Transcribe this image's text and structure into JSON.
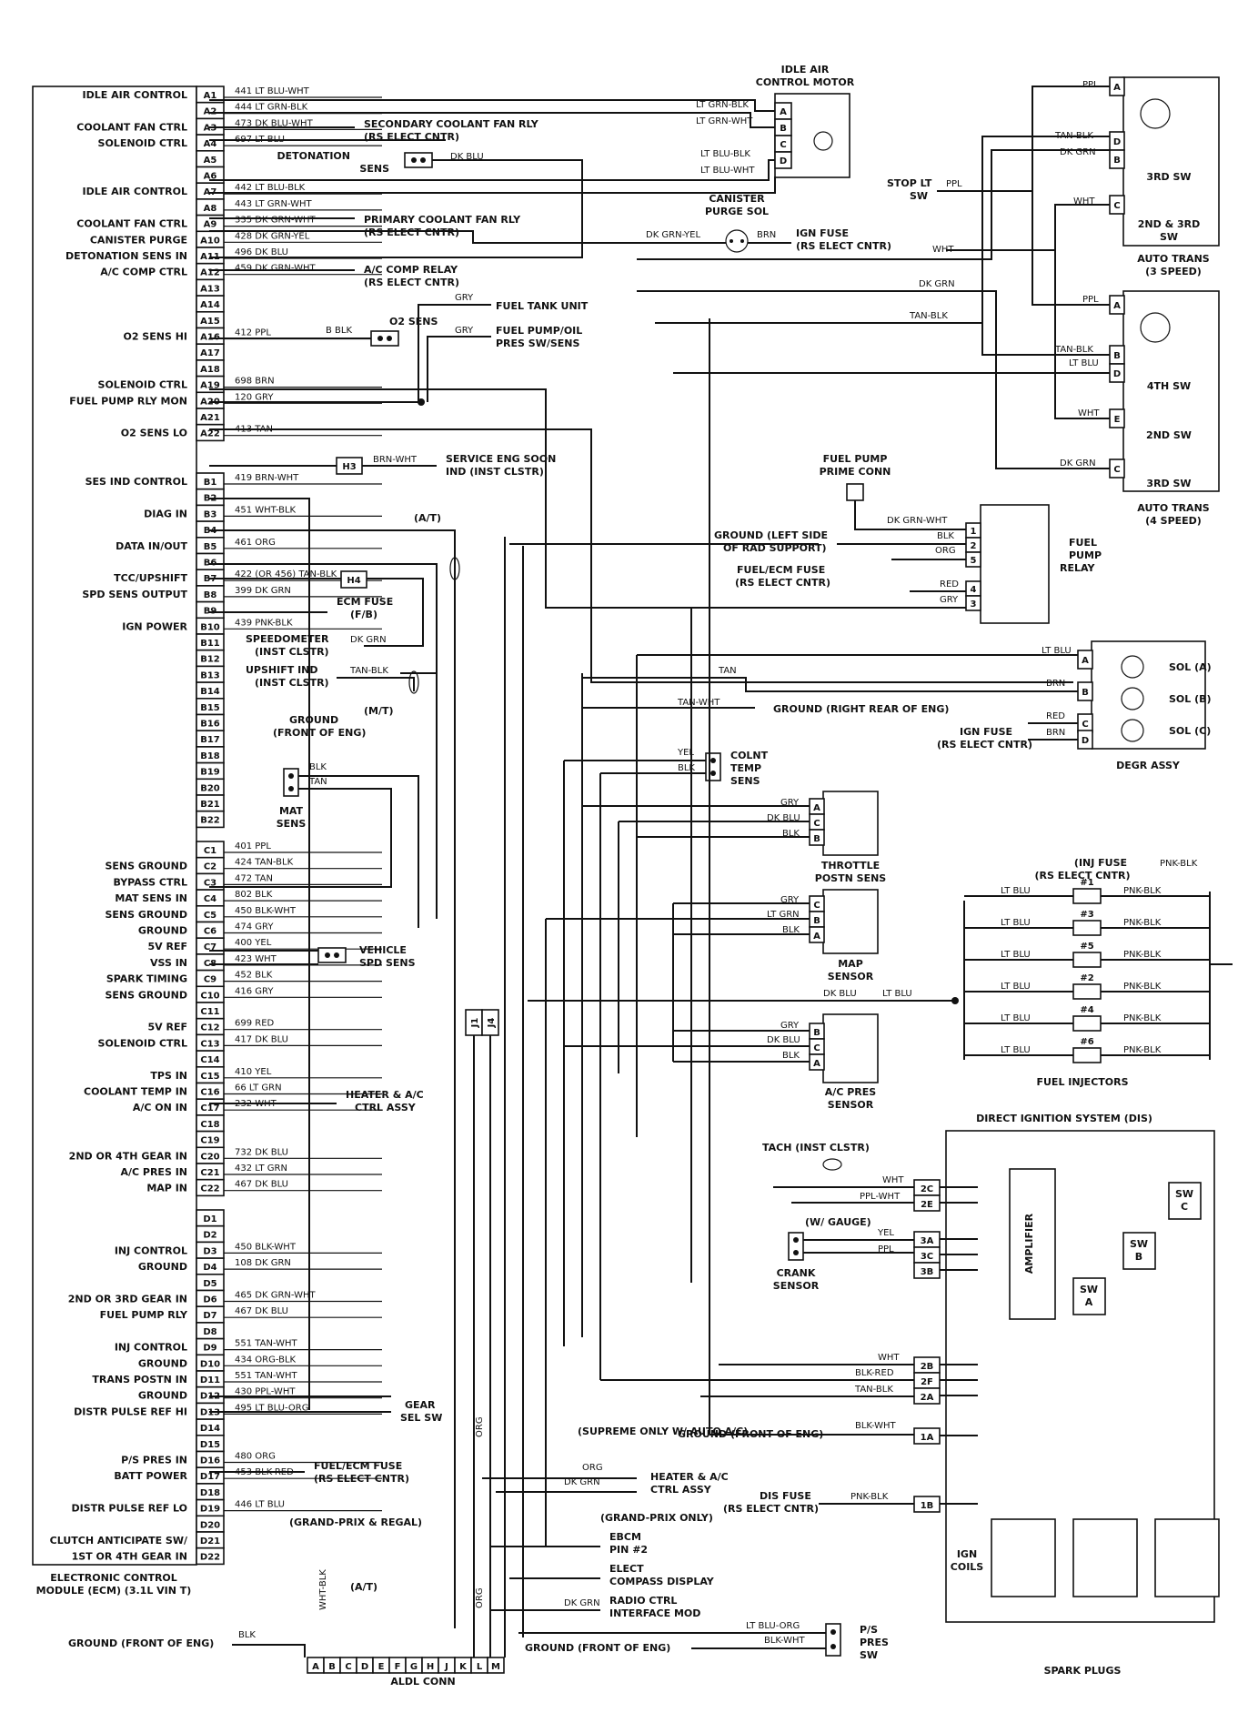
{
  "ecm": {
    "caption_line1": "ELECTRONIC CONTROL",
    "caption_line2": "MODULE (ECM) (3.1L VIN T)",
    "labels": [
      "IDLE AIR CONTROL",
      "COOLANT FAN CTRL",
      "SOLENOID CTRL",
      "IDLE AIR CONTROL",
      "COOLANT FAN CTRL",
      "CANISTER PURGE",
      "DETONATION SENS IN",
      "A/C COMP CTRL",
      "O2 SENS HI",
      "SOLENOID CTRL",
      "FUEL PUMP RLY MON",
      "O2 SENS LO",
      "SES IND CONTROL",
      "DIAG IN",
      "DATA IN/OUT",
      "TCC/UPSHIFT",
      "SPD SENS OUTPUT",
      "IGN POWER",
      "SENS GROUND",
      "BYPASS CTRL",
      "MAT SENS IN",
      "SENS GROUND",
      "GROUND",
      "5V REF",
      "VSS IN",
      "SPARK TIMING",
      "SENS GROUND",
      "5V REF",
      "SOLENOID CTRL",
      "TPS IN",
      "COOLANT TEMP IN",
      "A/C ON IN",
      "2ND OR 4TH GEAR IN",
      "A/C PRES IN",
      "MAP IN",
      "INJ CONTROL",
      "GROUND",
      "2ND OR 3RD GEAR IN",
      "FUEL PUMP RLY",
      "INJ CONTROL",
      "GROUND",
      "TRANS POSTN IN",
      "GROUND",
      "DISTR PULSE REF HI",
      "P/S PRES IN",
      "BATT POWER",
      "DISTR PULSE REF LO",
      "CLUTCH ANTICIPATE SW/",
      "1ST OR 4TH GEAR IN"
    ],
    "pins": [
      "A1",
      "A2",
      "A3",
      "A4",
      "A5",
      "A6",
      "A7",
      "A8",
      "A9",
      "A10",
      "A11",
      "A12",
      "A13",
      "A14",
      "A15",
      "A16",
      "A17",
      "A18",
      "A19",
      "A20",
      "A21",
      "A22",
      "B1",
      "B2",
      "B3",
      "B4",
      "B5",
      "B6",
      "B7",
      "B8",
      "B9",
      "B10",
      "B11",
      "B12",
      "B13",
      "B14",
      "B15",
      "B16",
      "B17",
      "B18",
      "B19",
      "B20",
      "B21",
      "B22",
      "C1",
      "C2",
      "C3",
      "C4",
      "C5",
      "C6",
      "C7",
      "C8",
      "C9",
      "C10",
      "C11",
      "C12",
      "C13",
      "C14",
      "C15",
      "C16",
      "C17",
      "C18",
      "C19",
      "C20",
      "C21",
      "C22",
      "D1",
      "D2",
      "D3",
      "D4",
      "D5",
      "D6",
      "D7",
      "D8",
      "D9",
      "D10",
      "D11",
      "D12",
      "D13",
      "D14",
      "D15",
      "D16",
      "D17",
      "D18",
      "D19",
      "D20",
      "D21",
      "D22"
    ],
    "wires": [
      "441 LT BLU-WHT",
      "444 LT GRN-BLK",
      "473 DK BLU-WHT",
      "697 LT BLU",
      "442 LT BLU-BLK",
      "443 LT GRN-WHT",
      "335 DK GRN-WHT",
      "428 DK GRN-YEL",
      "496 DK BLU",
      "459 DK GRN-WHT",
      "412 PPL",
      "698 BRN",
      "120 GRY",
      "413 TAN",
      "419 BRN-WHT",
      "451 WHT-BLK",
      "461 ORG",
      "422 (OR 456) TAN-BLK",
      "399 DK GRN",
      "439 PNK-BLK",
      "401 PPL",
      "424 TAN-BLK",
      "472 TAN",
      "802 BLK",
      "450 BLK-WHT",
      "474 GRY",
      "400 YEL",
      "423 WHT",
      "452 BLK",
      "416 GRY",
      "699 RED",
      "417 DK BLU",
      "410 YEL",
      "66 LT GRN",
      "232 WHT",
      "732 DK BLU",
      "432 LT GRN",
      "467 DK BLU",
      "450 BLK-WHT",
      "108 DK GRN",
      "465 DK GRN-WHT",
      "467 DK BLU",
      "551 TAN-WHT",
      "434 ORG-BLK",
      "551 TAN-WHT",
      "430 PPL-WHT",
      "495 LT BLU-ORG",
      "480 ORG",
      "453 BLK-RED",
      "446 LT BLU"
    ]
  },
  "components": {
    "iac_motor": [
      "IDLE AIR",
      "CONTROL MOTOR"
    ],
    "canister": [
      "CANISTER",
      "PURGE SOL"
    ],
    "ign_fuse": [
      "IGN FUSE",
      "(RS ELECT CNTR)"
    ],
    "stop_lt_sw": [
      "STOP LT",
      "SW"
    ],
    "auto_trans_3": [
      "AUTO TRANS",
      "(3 SPEED)"
    ],
    "auto_trans_4": [
      "AUTO TRANS",
      "(4 SPEED)"
    ],
    "sw_3rd": "3RD SW",
    "sw_2nd_3rd": [
      "2ND & 3RD",
      "SW"
    ],
    "sw_4th": "4TH SW",
    "sw_2nd": "2ND SW",
    "sw_3rd_b": "3RD SW",
    "sec_fan": [
      "SECONDARY COOLANT FAN RLY",
      "(RS ELECT CNTR)"
    ],
    "pri_fan": [
      "PRIMARY COOLANT FAN RLY",
      "(RS ELECT CNTR)"
    ],
    "ac_relay": [
      "A/C COMP RELAY",
      "(RS ELECT CNTR)"
    ],
    "detonation": [
      "DETONATION",
      "SENS"
    ],
    "o2_sens": "O2 SENS",
    "fuel_tank": "FUEL TANK UNIT",
    "fuel_pump_pres": [
      "FUEL PUMP/OIL",
      "PRES SW/SENS"
    ],
    "service_soon": [
      "SERVICE ENG SOON",
      "IND (INST CLSTR)"
    ],
    "h3": "H3",
    "h4": "H4",
    "ecm_fuse": [
      "ECM FUSE",
      "(F/B)"
    ],
    "speedometer": [
      "SPEEDOMETER",
      "(INST CLSTR)"
    ],
    "upshift": [
      "UPSHIFT IND",
      "(INST CLSTR)"
    ],
    "ground_front": [
      "GROUND",
      "(FRONT OF ENG)"
    ],
    "at": "(A/T)",
    "mt": "(M/T)",
    "fuel_pump_prime": [
      "FUEL PUMP",
      "PRIME CONN"
    ],
    "fuel_pump_relay": [
      "FUEL",
      "PUMP",
      "RELAY"
    ],
    "ground_rad": [
      "GROUND (LEFT SIDE",
      "OF RAD SUPPORT)"
    ],
    "fuel_ecm_fuse": [
      "FUEL/ECM FUSE",
      "(RS ELECT CNTR)"
    ],
    "ground_rear": "GROUND (RIGHT REAR OF ENG)",
    "ign_fuse2": [
      "IGN FUSE",
      "(RS ELECT CNTR)"
    ],
    "degr": "DEGR ASSY",
    "sols": [
      "SOL (A)",
      "SOL (B)",
      "SOL (C)"
    ],
    "colnt": [
      "COLNT",
      "TEMP",
      "SENS"
    ],
    "mat": [
      "MAT",
      "SENS"
    ],
    "throttle": [
      "THROTTLE",
      "POSTN SENS"
    ],
    "map": [
      "MAP",
      "SENSOR"
    ],
    "vss": [
      "VEHICLE",
      "SPD SENS"
    ],
    "inj_fuse": [
      "(INJ FUSE",
      "(RS ELECT CNTR)"
    ],
    "injectors_caption": "FUEL INJECTORS",
    "injectors": [
      "#1",
      "#3",
      "#5",
      "#2",
      "#4",
      "#6"
    ],
    "ac_pres": [
      "A/C PRES",
      "SENSOR"
    ],
    "heater_ac": [
      "HEATER & A/C",
      "CTRL ASSY"
    ],
    "dis": "DIRECT IGNITION SYSTEM (DIS)",
    "tach": "TACH (INST CLSTR)",
    "w_gauge": "(W/ GAUGE)",
    "crank": [
      "CRANK",
      "SENSOR"
    ],
    "amplifier": "AMPLIFIER",
    "swa": [
      "SW",
      "A"
    ],
    "swb": [
      "SW",
      "B"
    ],
    "swc": [
      "SW",
      "C"
    ],
    "dis_pins": [
      "2C",
      "2E",
      "3A",
      "3C",
      "3B",
      "2B",
      "2F",
      "2A",
      "1A",
      "1B"
    ],
    "ign_coils": [
      "IGN",
      "COILS"
    ],
    "spark_plugs": "SPARK PLUGS",
    "dis_fuse": [
      "DIS FUSE",
      "(RS ELECT CNTR)"
    ],
    "gear_sel": [
      "GEAR",
      "SEL SW"
    ],
    "supreme": "(SUPREME ONLY W/ AUTO A/C)",
    "grand_prix_only": "(GRAND-PRIX ONLY)",
    "grand_prix_regal": "(GRAND-PRIX & REGAL)",
    "ebcm": [
      "EBCM",
      "PIN #2"
    ],
    "compass": [
      "ELECT",
      "COMPASS DISPLAY"
    ],
    "radio": [
      "RADIO CTRL",
      "INTERFACE MOD"
    ],
    "ps_pres": [
      "P/S",
      "PRES",
      "SW"
    ],
    "aldl": "ALDL CONN",
    "aldl_pins": [
      "A",
      "B",
      "C",
      "D",
      "E",
      "F",
      "G",
      "H",
      "J",
      "K",
      "L",
      "M"
    ],
    "j1": "J1",
    "j4": "J4",
    "ground_front_eng": "GROUND (FRONT OF ENG)"
  },
  "wire_colors": {
    "lt_grn_blk": "LT GRN-BLK",
    "lt_grn_wht": "LT GRN-WHT",
    "lt_blu_blk": "LT BLU-BLK",
    "lt_blu_wht": "LT BLU-WHT",
    "dk_blu": "DK BLU",
    "dk_grn_yel": "DK GRN-YEL",
    "brn": "BRN",
    "ppl": "PPL",
    "tan_blk": "TAN-BLK",
    "dk_grn": "DK GRN",
    "wht": "WHT",
    "lt_blu": "LT BLU",
    "gry": "GRY",
    "blk": "BLK",
    "tan": "TAN",
    "dk_grn_wht": "DK GRN-WHT",
    "org": "ORG",
    "red": "RED",
    "tan_wht": "TAN-WHT",
    "yel": "YEL",
    "pnk_blk": "PNK-BLK",
    "lt_grn": "LT GRN",
    "dk_blu2": "DK BLU",
    "blk_wht": "BLK-WHT",
    "wht_blk": "WHT-BLK",
    "blk_red": "BLK-RED",
    "ppl_wht": "PPL-WHT",
    "lt_blu_org": "LT BLU-ORG",
    "dk_grn2": "DK GRN",
    "brn_wht": "BRN-WHT",
    "b_blk": "B BLK"
  }
}
